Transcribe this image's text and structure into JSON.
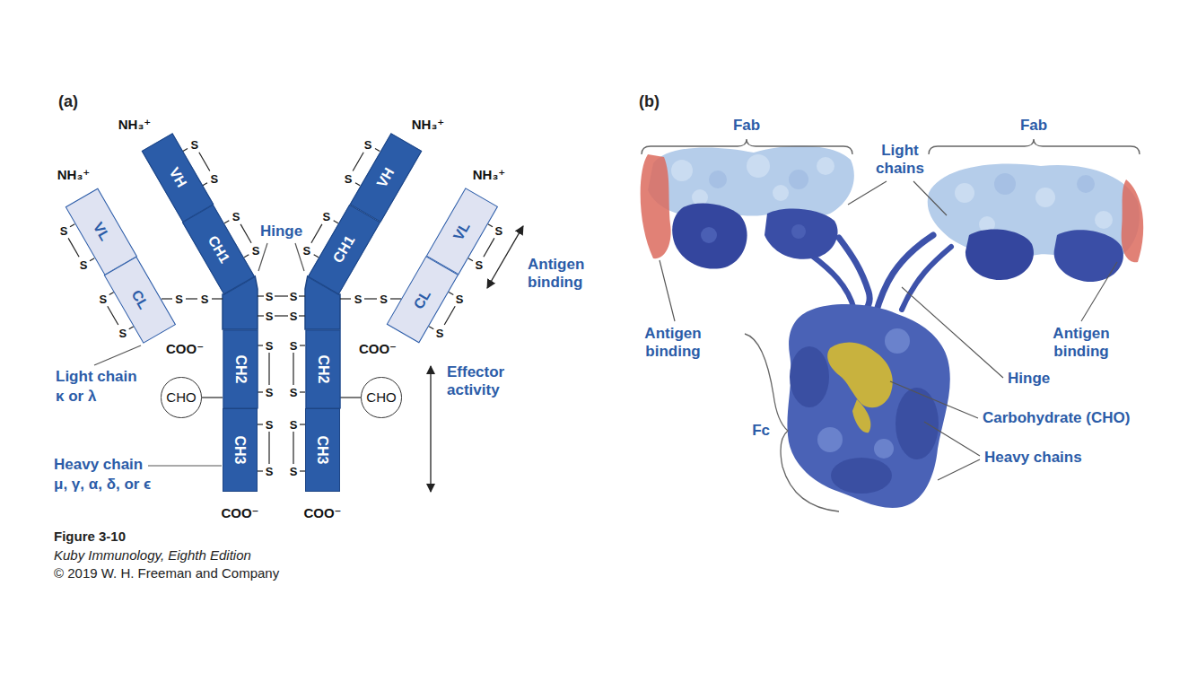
{
  "diagram": {
    "nodes": [
      {
        "text": [
          "VL"
        ]
      },
      {
        "text": [
          "CL"
        ]
      },
      {
        "text": [
          "VH"
        ]
      },
      {
        "text": [
          "CH1"
        ]
      },
      {
        "text": [
          "CH2"
        ]
      },
      {
        "text": [
          "CH3"
        ]
      },
      {
        "text": [
          "CHO"
        ]
      },
      {
        "text": [
          "VH"
        ]
      },
      {
        "text": [
          "CH1"
        ]
      },
      {
        "text": [
          "CH2"
        ]
      },
      {
        "text": [
          "CH3"
        ]
      },
      {
        "text": [
          "CHO"
        ]
      },
      {
        "text": [
          "VL"
        ]
      },
      {
        "text": [
          "CL"
        ]
      }
    ],
    "edges": [
      {
        "from": 6,
        "to": 4,
        "arrow": "none"
      },
      {
        "from": 11,
        "to": 9,
        "arrow": "none"
      }
    ],
    "labels": [
      "(a)",
      "(b)",
      "NH₃⁺",
      "NH₃⁺",
      "NH₃⁺",
      "NH₃⁺",
      "Hinge",
      "Antigen binding",
      "Effector activity",
      "Light chain",
      "κ or λ",
      "Heavy chain",
      "μ, γ, α, δ, or ϵ",
      "COO⁻",
      "COO⁻",
      "COO⁻",
      "COO⁻",
      "Figure 3-10",
      "Kuby Immunology, Eighth Edition",
      "© 2019 W. H. Freeman and Company",
      "Fab",
      "Fab",
      "Light chains",
      "Antigen binding",
      "Antigen binding",
      "Hinge",
      "Carbohydrate (CHO)",
      "Heavy chains",
      "Fc",
      "S",
      "S",
      "S",
      "S",
      "S",
      "S",
      "S",
      "S",
      "S",
      "S",
      "S",
      "S",
      "S",
      "S",
      "S",
      "S",
      "S",
      "S",
      "S",
      "S",
      "S",
      "S",
      "S",
      "S",
      "S",
      "S",
      "S",
      "S",
      "S",
      "S",
      "S",
      "S"
    ]
  }
}
